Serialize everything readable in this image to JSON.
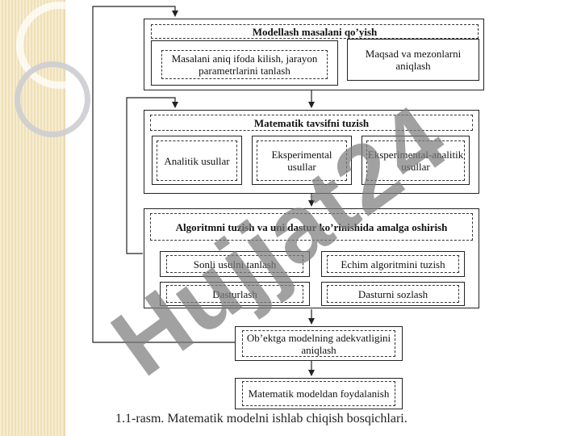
{
  "diagram": {
    "stage1": {
      "title": "Modellash masalani qo’yish",
      "left": "Masalani aniq ifoda kilish, jarayon parametrlarini tanlash",
      "right": "Maqsad va mezonlarni aniqlash"
    },
    "stage2": {
      "title": "Matematik tavsifni tuzish",
      "items": [
        "Analitik usullar",
        "Eksperimental usullar",
        "Eksperimental-analitik usullar"
      ]
    },
    "stage3": {
      "title": "Algoritmni tuzish va uni dastur ko’rinishida amalga oshirish",
      "items": [
        "Sonli usulni tanlash",
        "Echim algoritmini tuzish",
        "Dasturlash",
        "Dasturni sozlash"
      ]
    },
    "stage4": "Ob’ektga modelning adekvatligini aniqlash",
    "stage5": "Matematik modeldan foydalanish"
  },
  "caption": "1.1-rasm. Matematik modelni ishlab chiqish bosqichlari.",
  "watermark": "Hujjat24",
  "colors": {
    "watermark_gray": "#7d7d7d",
    "watermark_violet": "#a993e8",
    "sidebar": "#f3e6c4"
  }
}
